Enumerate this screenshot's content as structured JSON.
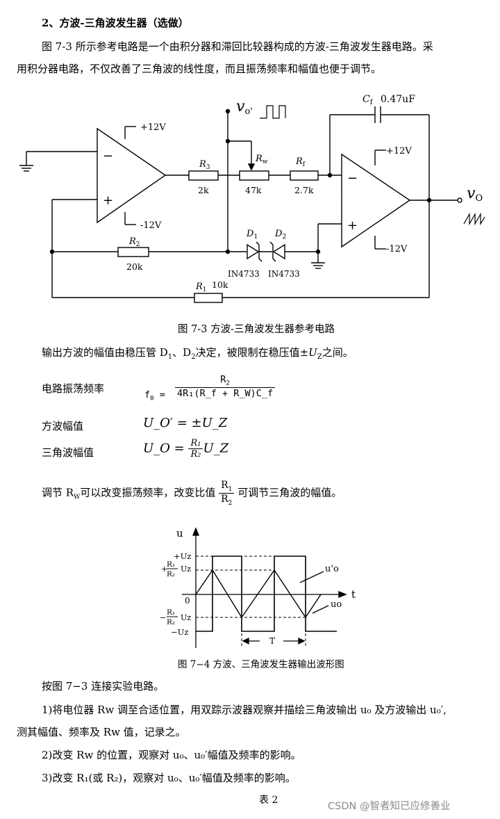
{
  "section": {
    "heading": "2、方波-三角波发生器（选做）",
    "intro_line1": "图 7-3 所示参考电路是一个由积分器和滞回比较器构成的方波-三角波发生器电路。采",
    "intro_line2": "用积分器电路，不仅改善了三角波的线性度，而且振荡频率和幅值也便于调节。"
  },
  "circuit": {
    "vo_prime": "v",
    "vo_prime_sub": "o'",
    "vo": "v",
    "vo_sub": "O",
    "cf_label": "C",
    "cf_sub": "f",
    "cf_value": "0.47uF",
    "plus12v_left": "+12V",
    "minus12v_left": "-12V",
    "plus12v_right": "+12V",
    "minus12v_right": "-12V",
    "r3": "R",
    "r3_sub": "3",
    "r3_value": "2k",
    "rw": "R",
    "rw_sub": "w",
    "rw_value": "47k",
    "rf": "R",
    "rf_sub": "f",
    "rf_value": "2.7k",
    "r2": "R",
    "r2_sub": "2",
    "r2_value": "20k",
    "r1": "R",
    "r1_sub": "1",
    "r1_value": "10k",
    "d1": "D",
    "d1_sub": "1",
    "d2": "D",
    "d2_sub": "2",
    "d1_part": "IN4733",
    "d2_part": "IN4733",
    "minus_sign": "−",
    "plus_sign": "+"
  },
  "fig73_caption": "图 7-3  方波-三角波发生器参考电路",
  "amplitude_text_pre": "输出方波的幅值由稳压管 D",
  "amplitude_text_d1sub": "1",
  "amplitude_text_mid": "、D",
  "amplitude_text_d2sub": "2",
  "amplitude_text_post": "决定，被限制在稳压值±",
  "amplitude_text_uz": "U",
  "amplitude_text_uzsub": "Z",
  "amplitude_text_end": "之间。",
  "formulas": {
    "freq_label": "电路振荡频率",
    "freq_lhs": "f",
    "freq_lhs_sub": "0",
    "freq_eq": "=",
    "freq_num": "R",
    "freq_num_sub": "2",
    "freq_den": "4R₁(R_f + R_W)C_f",
    "square_label": "方波幅值",
    "square_formula": "U_O′ = ±U_Z",
    "tri_label": "三角波幅值",
    "tri_lhs": "U_O =",
    "tri_num": "R₁",
    "tri_den": "R₂",
    "tri_rhs": "U_Z"
  },
  "adjust_text_pre": "调节 R",
  "adjust_text_wsub": "W",
  "adjust_text_mid": "可以改变振荡频率，改变比值",
  "adjust_frac_num": "R",
  "adjust_frac_num_sub": "1",
  "adjust_frac_den": "R",
  "adjust_frac_den_sub": "2",
  "adjust_text_post": "可调节三角波的幅值。",
  "waveform": {
    "u_label": "u",
    "t_label": "t",
    "zero": "0",
    "plus_uz": "+Uz",
    "minus_uz": "−Uz",
    "plus_sign": "+",
    "minus_sign": "−",
    "r1": "R₁",
    "r2": "R₂",
    "uz": "Uz",
    "uo_prime": "u'o",
    "uo": "uo",
    "period": "T"
  },
  "fig74_caption": "图 7−4    方波、三角波发生器输出波形图",
  "steps": {
    "intro": "按图 7−3 连接实验电路。",
    "s1_line1": "1)将电位器 Rw 调至合适位置，用双踪示波器观察并描绘三角波输出 u₀ 及方波输出 u₀′,",
    "s1_line2": "测其幅值、频率及 Rw 值，记录之。",
    "s2": "2)改变 Rw 的位置，观察对 u₀、u₀′幅值及频率的影响。",
    "s3": "3)改变 R₁(或 R₂)，观察对 u₀、u₀′幅值及频率的影响。"
  },
  "table_label": "表 2",
  "watermark": "CSDN @智者知已应修善业"
}
